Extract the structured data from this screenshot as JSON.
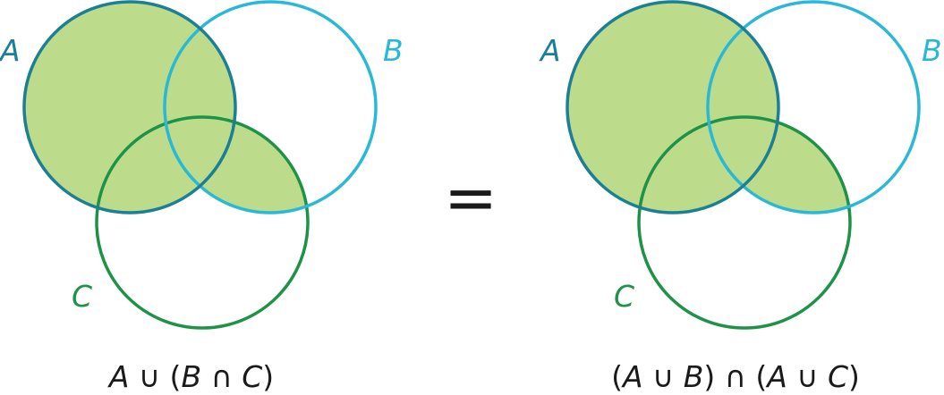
{
  "colors": {
    "fill": "#bcdc8c",
    "set_a_stroke": "#1b7f96",
    "set_b_stroke": "#29b9d6",
    "set_c_stroke": "#1e9247",
    "text": "#1a1a1a"
  },
  "left_diagram": {
    "label_a": "A",
    "label_b": "B",
    "label_c": "C",
    "caption": {
      "t1": "A",
      "t2": " ∪ (",
      "t3": "B",
      "t4": " ∩ ",
      "t5": "C",
      "t6": ")"
    }
  },
  "equals_sign": "=",
  "right_diagram": {
    "label_a": "A",
    "label_b": "B",
    "label_c": "C",
    "caption": {
      "t1": "(",
      "t2": "A",
      "t3": " ∪ ",
      "t4": "B",
      "t5": ") ∩ (",
      "t6": "A",
      "t7": " ∪ ",
      "t8": "C",
      "t9": ")"
    }
  }
}
